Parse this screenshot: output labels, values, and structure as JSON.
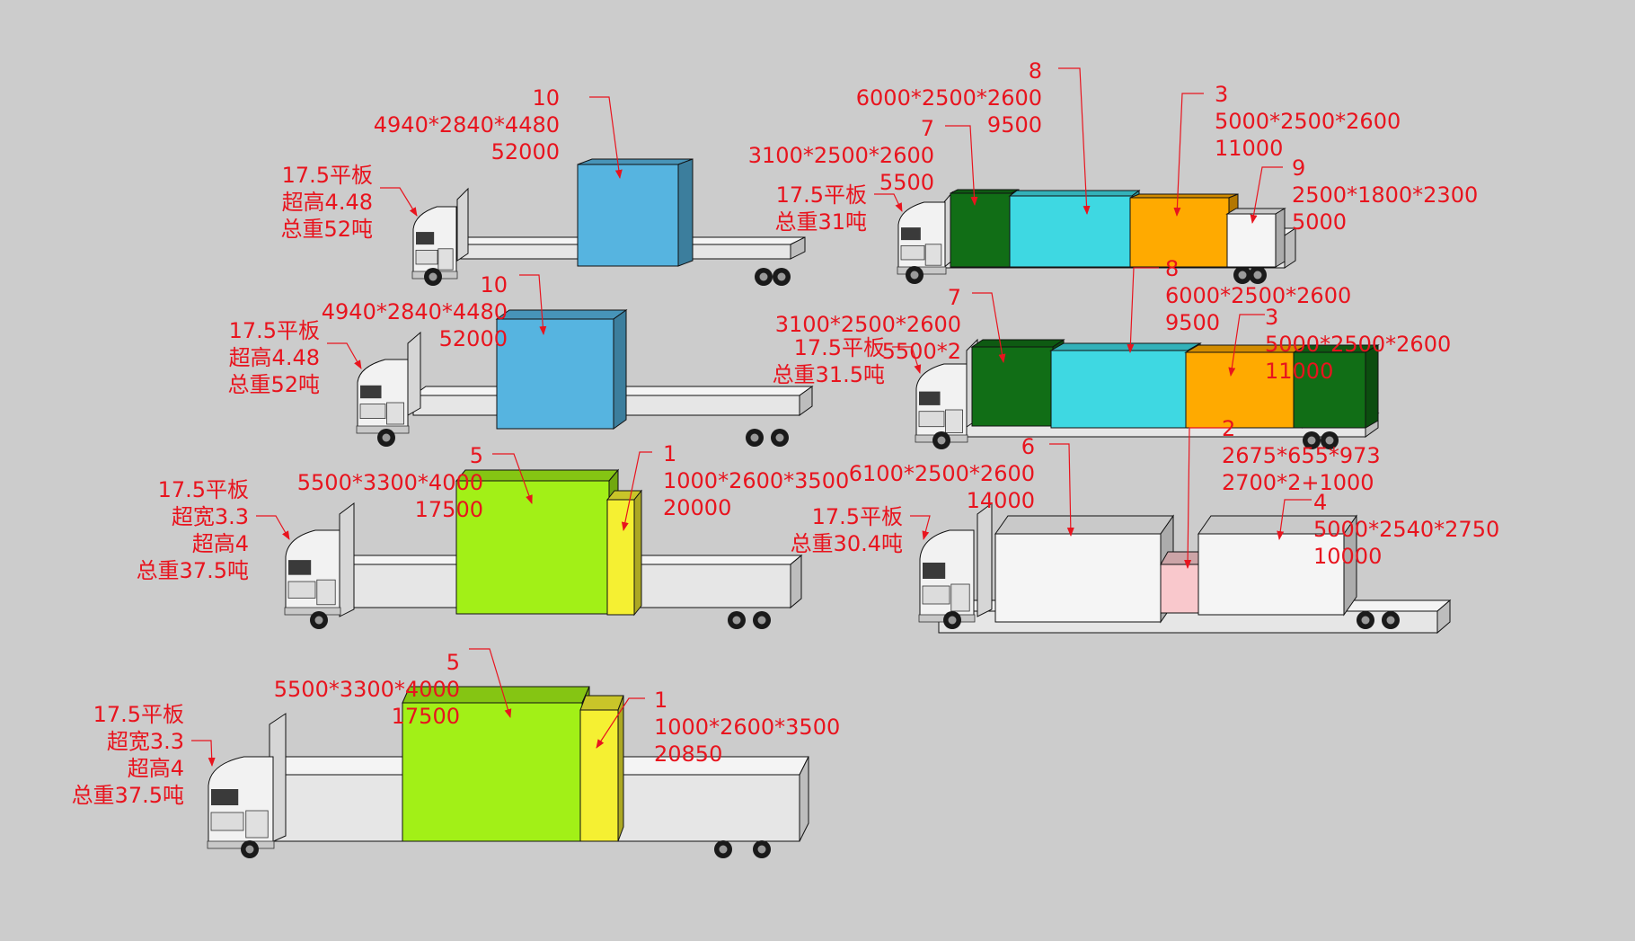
{
  "colors": {
    "background": "#cccccc",
    "annotation": "#e8141e",
    "bed": "#e6e6e6",
    "cab": "#f2f2f2",
    "outline": "#111111"
  },
  "trucks": [
    {
      "id": "left-1",
      "spec": "17.5平板\n超高4.48\n总重52吨",
      "cargo": [
        {
          "color": "#56b4e0",
          "label": "10\n4940*2840*4480\n52000"
        }
      ]
    },
    {
      "id": "left-2",
      "spec": "17.5平板\n超高4.48\n总重52吨",
      "cargo": [
        {
          "color": "#56b4e0",
          "label": "10\n4940*2840*4480\n52000"
        }
      ]
    },
    {
      "id": "left-3",
      "spec": "17.5平板\n超宽3.3\n超高4\n总重37.5吨",
      "cargo": [
        {
          "color": "#a2f017",
          "label": "5\n5500*3300*4000\n17500"
        },
        {
          "color": "#f5f032",
          "label": "1\n1000*2600*3500\n20000"
        }
      ]
    },
    {
      "id": "left-4",
      "spec": "17.5平板\n超宽3.3\n超高4\n总重37.5吨",
      "cargo": [
        {
          "color": "#a2f017",
          "label": "5\n5500*3300*4000\n17500"
        },
        {
          "color": "#f5f032",
          "label": "1\n1000*2600*3500\n20850"
        }
      ]
    },
    {
      "id": "right-1",
      "spec": "17.5平板\n总重31吨",
      "cargo": [
        {
          "color": "#116e16",
          "label": "7\n3100*2500*2600\n5500"
        },
        {
          "color": "#3ed8e2",
          "label": "8\n6000*2500*2600\n9500"
        },
        {
          "color": "#ffaa00",
          "label": "3\n5000*2500*2600\n11000"
        },
        {
          "color": "#f5f5f5",
          "label": "9\n2500*1800*2300\n5000"
        }
      ]
    },
    {
      "id": "right-2",
      "spec": "17.5平板\n总重31.5吨",
      "cargo": [
        {
          "color": "#116e16",
          "label": "7\n3100*2500*2600\n5500*2"
        },
        {
          "color": "#3ed8e2",
          "label": "8\n6000*2500*2600\n9500"
        },
        {
          "color": "#ffaa00",
          "label": "3\n5000*2500*2600\n11000"
        },
        {
          "color": "#116e16",
          "label": ""
        }
      ]
    },
    {
      "id": "right-3",
      "spec": "17.5平板\n总重30.4吨",
      "cargo": [
        {
          "color": "#f5f5f5",
          "label": "6\n6100*2500*2600\n14000"
        },
        {
          "color": "#f9c8cc",
          "label": "2\n2675*655*973\n2700*2+1000"
        },
        {
          "color": "#f5f5f5",
          "label": "4\n5000*2540*2750\n10000"
        }
      ]
    }
  ]
}
